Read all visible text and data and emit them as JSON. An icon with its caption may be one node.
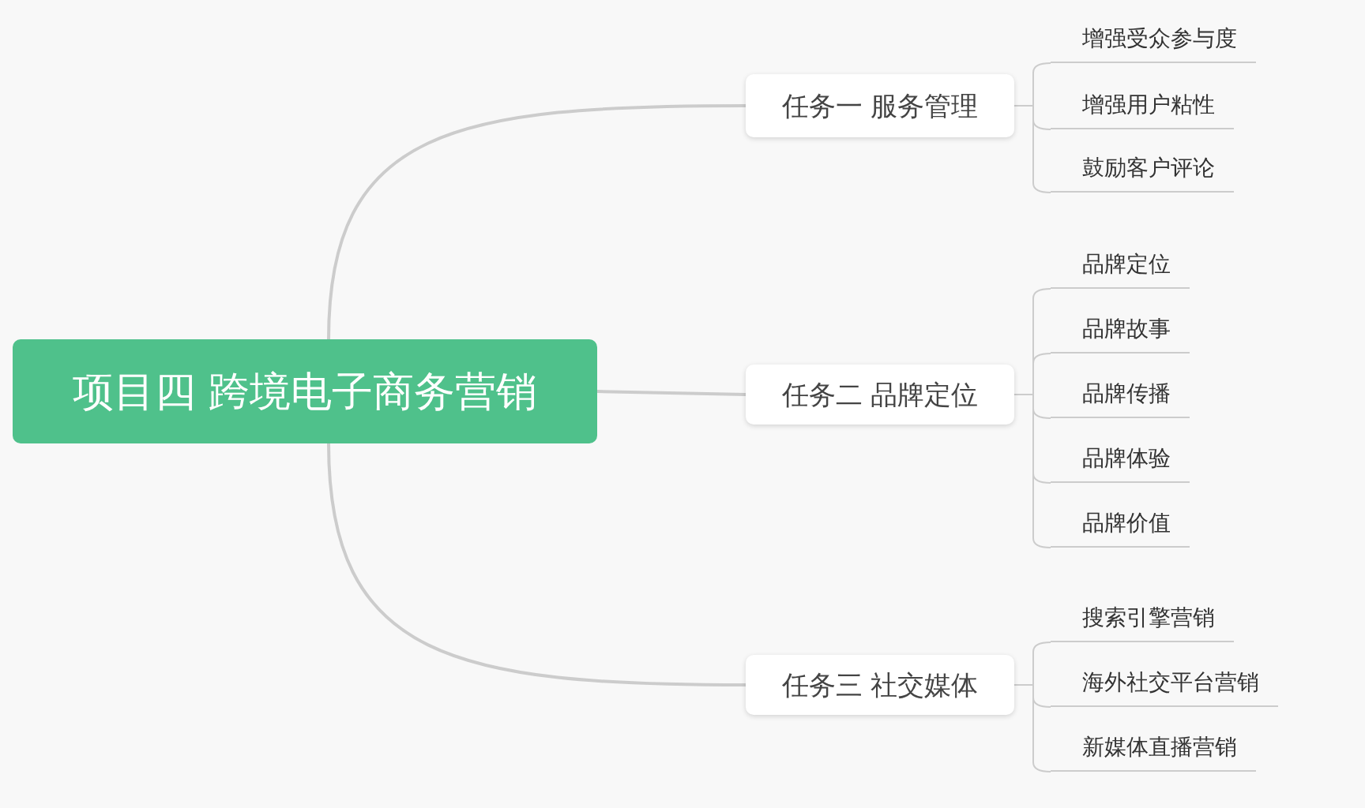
{
  "diagram": {
    "nodes": [
      {
        "text": [
          "项目四 跨境电子商务营销"
        ]
      },
      {
        "text": [
          "任务一 服务管理"
        ]
      },
      {
        "text": [
          "增强受众参与度"
        ]
      },
      {
        "text": [
          "增强用户粘性"
        ]
      },
      {
        "text": [
          "鼓励客户评论"
        ]
      },
      {
        "text": [
          "任务二 品牌定位"
        ]
      },
      {
        "text": [
          "品牌定位"
        ]
      },
      {
        "text": [
          "品牌故事"
        ]
      },
      {
        "text": [
          "品牌传播"
        ]
      },
      {
        "text": [
          "品牌体验"
        ]
      },
      {
        "text": [
          "品牌价值"
        ]
      },
      {
        "text": [
          "任务三 社交媒体"
        ]
      },
      {
        "text": [
          "搜索引擎营销"
        ]
      },
      {
        "text": [
          "海外社交平台营销"
        ]
      },
      {
        "text": [
          "新媒体直播营销"
        ]
      }
    ],
    "edges": [
      {
        "from": 0,
        "to": 1,
        "arrow": "none"
      },
      {
        "from": 1,
        "to": 2,
        "arrow": "none"
      },
      {
        "from": 1,
        "to": 3,
        "arrow": "none"
      },
      {
        "from": 1,
        "to": 4,
        "arrow": "none"
      },
      {
        "from": 0,
        "to": 5,
        "arrow": "none"
      },
      {
        "from": 5,
        "to": 6,
        "arrow": "none"
      },
      {
        "from": 5,
        "to": 7,
        "arrow": "none"
      },
      {
        "from": 5,
        "to": 8,
        "arrow": "none"
      },
      {
        "from": 5,
        "to": 9,
        "arrow": "none"
      },
      {
        "from": 5,
        "to": 10,
        "arrow": "none"
      },
      {
        "from": 0,
        "to": 11,
        "arrow": "none"
      },
      {
        "from": 11,
        "to": 12,
        "arrow": "none"
      },
      {
        "from": 11,
        "to": 13,
        "arrow": "none"
      },
      {
        "from": 11,
        "to": 14,
        "arrow": "none"
      }
    ]
  }
}
